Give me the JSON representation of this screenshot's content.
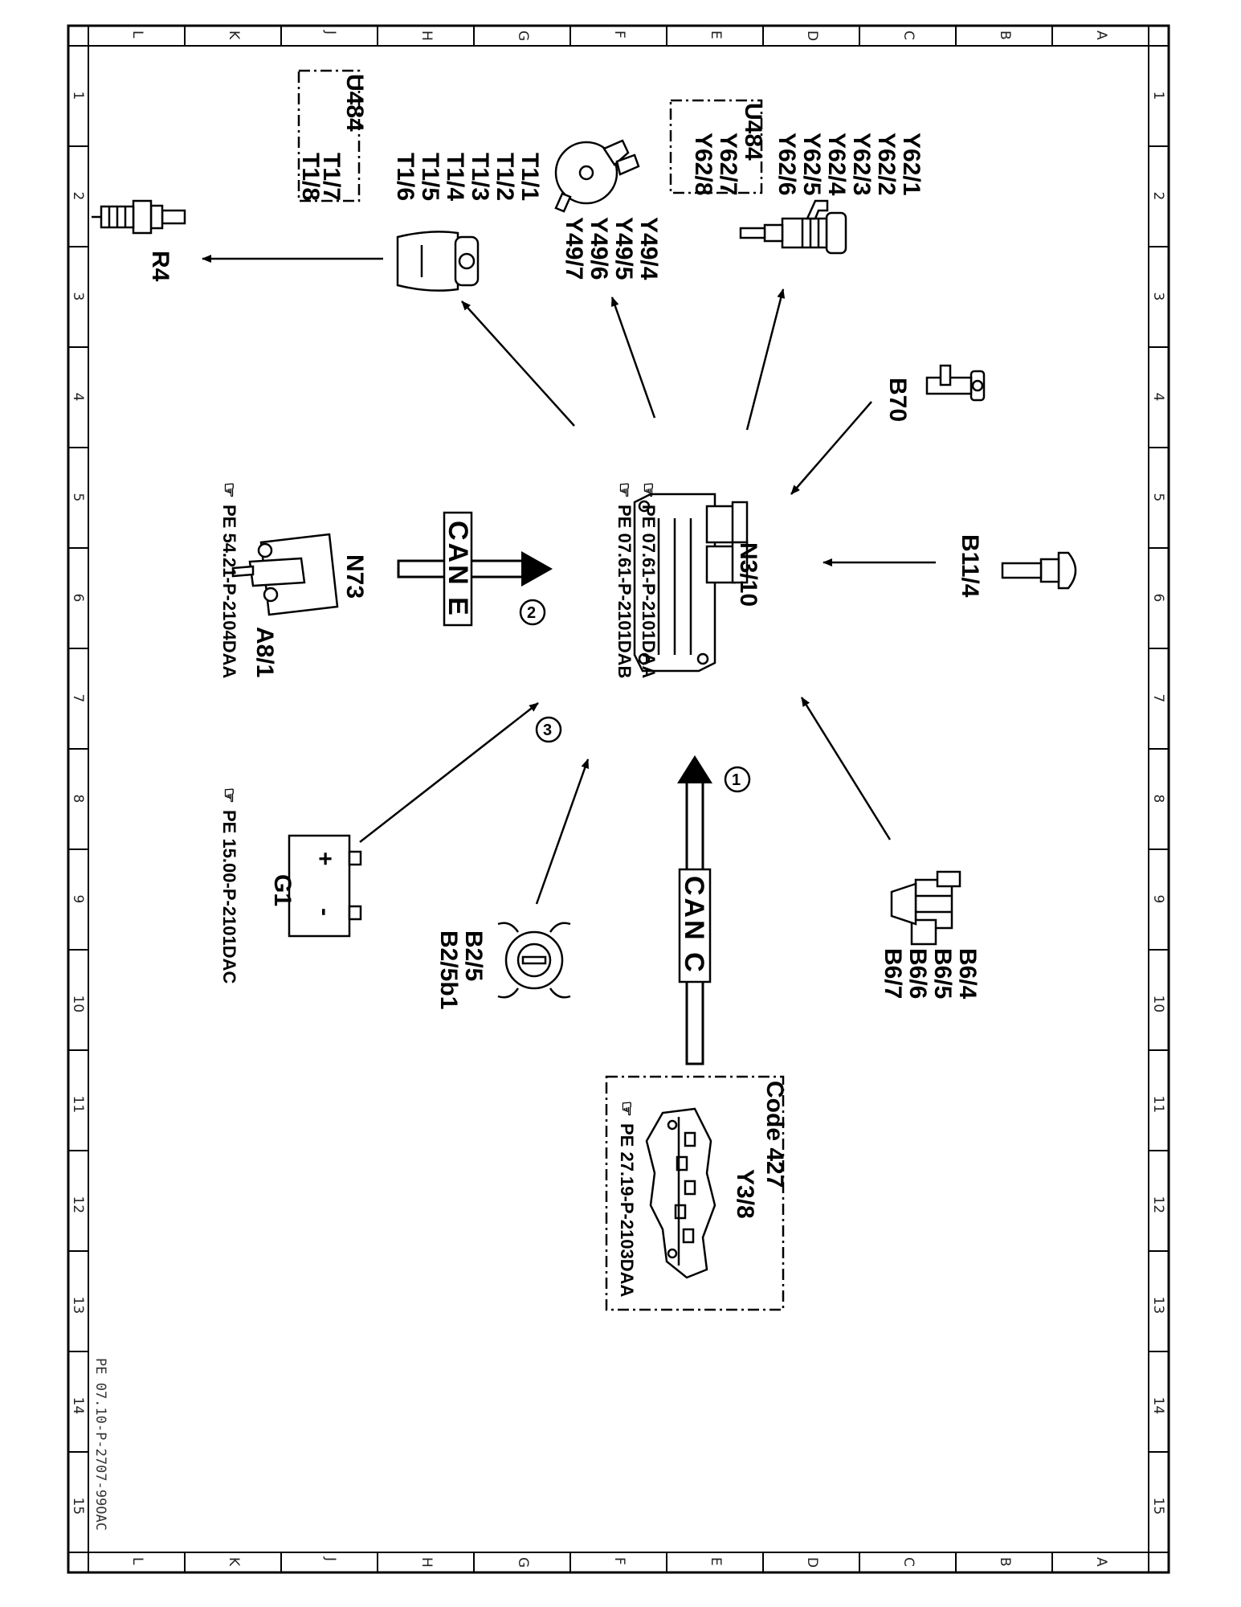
{
  "grid": {
    "cols": [
      "L",
      "K",
      "J",
      "H",
      "G",
      "F",
      "E",
      "D",
      "C",
      "B",
      "A"
    ],
    "rows": [
      "1",
      "2",
      "3",
      "4",
      "5",
      "6",
      "7",
      "8",
      "9",
      "10",
      "11",
      "12",
      "13",
      "14",
      "15"
    ]
  },
  "doc_id": "PE 07.10-P-2707-99OAC",
  "ecu": {
    "label": "N3/10",
    "ref1": "PE 07.61-P-2101DAA",
    "ref2": "PE 07.61-P-2101DAB"
  },
  "injectors": {
    "labels": [
      "Y62/1",
      "Y62/2",
      "Y62/3",
      "Y62/4",
      "Y62/5",
      "Y62/6"
    ],
    "box_title": "U484",
    "box_labels": [
      "Y62/7",
      "Y62/8"
    ]
  },
  "camshaft": {
    "labels": [
      "Y49/4",
      "Y49/5",
      "Y49/6",
      "Y49/7"
    ]
  },
  "ignition": {
    "labels": [
      "T1/1",
      "T1/2",
      "T1/3",
      "T1/4",
      "T1/5",
      "T1/6"
    ],
    "box_title": "U484",
    "box_labels": [
      "T1/7",
      "T1/8"
    ]
  },
  "spark_plug": {
    "label": "R4"
  },
  "crank_sensor": {
    "label": "B70"
  },
  "coolant_sensor": {
    "label": "B11/4"
  },
  "pressure_sensors": {
    "labels": [
      "B6/4",
      "B6/5",
      "B6/6",
      "B6/7"
    ]
  },
  "mass_air": {
    "labels": [
      "B2/5",
      "B2/5b1"
    ]
  },
  "battery": {
    "label": "G1",
    "plus": "+",
    "minus": "-",
    "ref": "PE 15.00-P-2101DAC"
  },
  "ignition_switch": {
    "label1": "N73",
    "label2": "A8/1",
    "ref": "PE 54.21-P-2104DAA"
  },
  "transmission": {
    "code": "Code 427",
    "label": "Y3/8",
    "ref": "PE 27.19-P-2103DAA"
  },
  "can_e": {
    "label": "CAN E",
    "num": "2"
  },
  "can_c": {
    "label": "CAN C",
    "num": "1"
  },
  "circle3": {
    "num": "3"
  }
}
